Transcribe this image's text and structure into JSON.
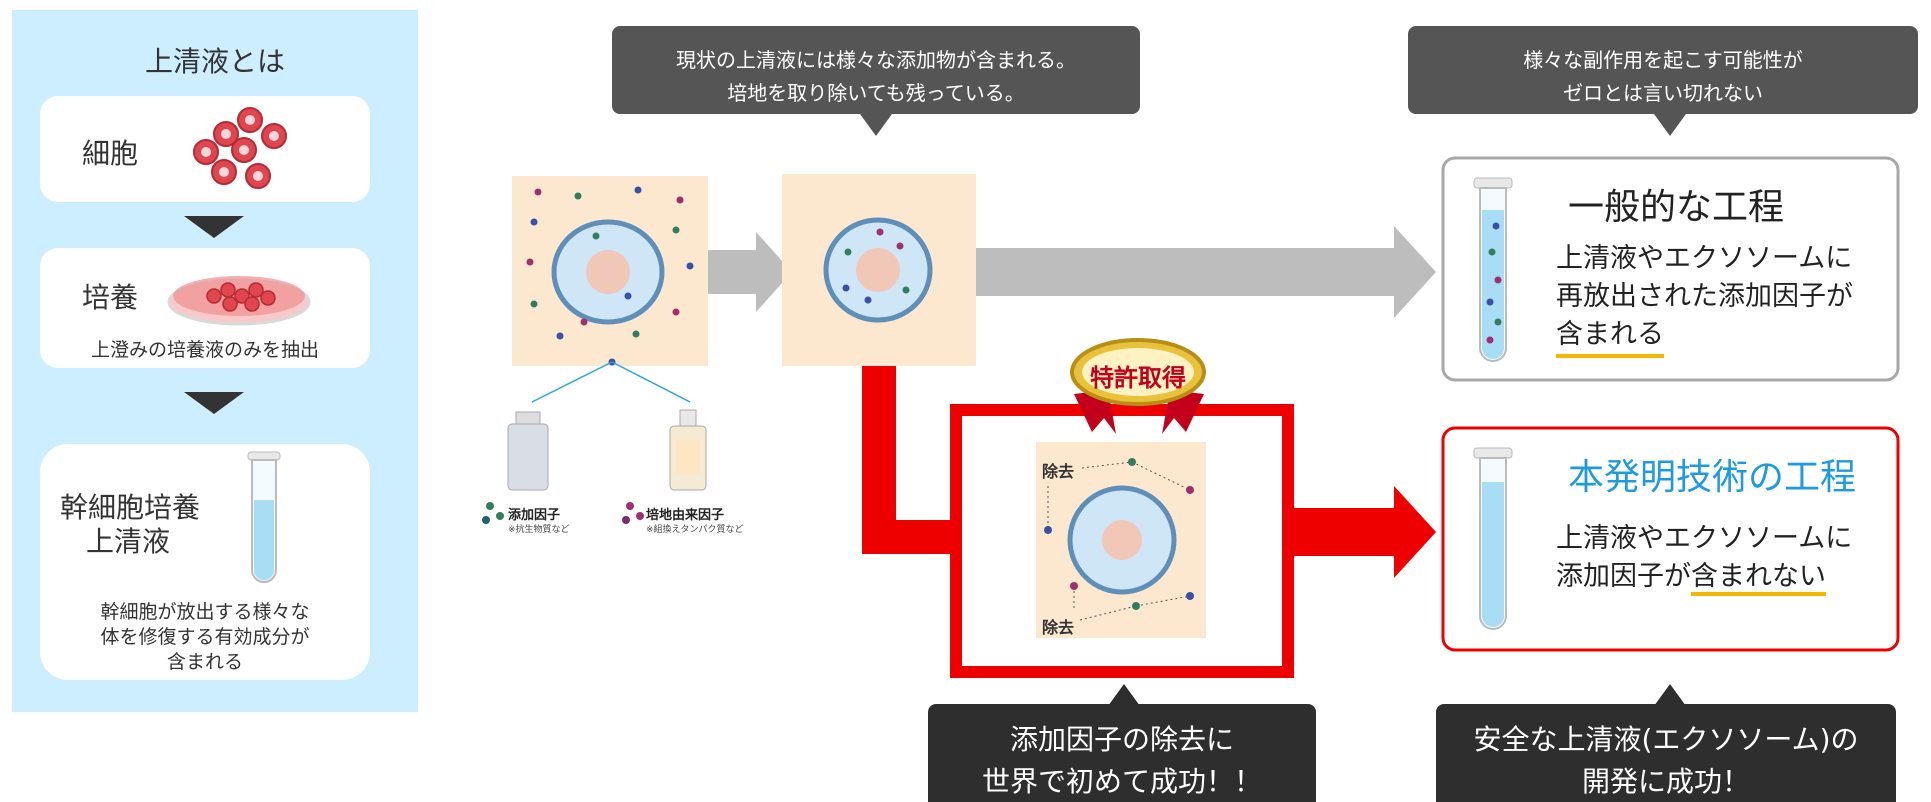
{
  "left_panel": {
    "title": "上清液とは",
    "cells_label": "細胞",
    "culture_label": "培養",
    "culture_note": "上澄みの培養液のみを抽出",
    "stem_label_line1": "幹細胞培養",
    "stem_label_line2": "上清液",
    "stem_desc_line1": "幹細胞が放出する様々な",
    "stem_desc_line2": "体を修復する有効成分が",
    "stem_desc_line3": "含まれる"
  },
  "callouts": {
    "top_mid_line1": "現状の上清液には様々な添加物が含まれる。",
    "top_mid_line2": "培地を取り除いても残っている。",
    "top_right_line1": "様々な副作用を起こす可能性が",
    "top_right_line2": "ゼロとは言い切れない",
    "bottom_mid_line1": "添加因子の除去に",
    "bottom_mid_line2": "世界で初めて成功！！",
    "bottom_right_line1": "安全な上清液(エクソソーム)の",
    "bottom_right_line2": "開発に成功！"
  },
  "factors": {
    "additive_label": "添加因子",
    "additive_note": "※抗生物質など",
    "medium_label": "培地由来因子",
    "medium_note": "※組換えタンパク質など"
  },
  "patent_badge": "特許取得",
  "removal_label_top": "除去",
  "removal_label_bottom": "除去",
  "general_process": {
    "title": "一般的な工程",
    "line1": "上清液やエクソソームに",
    "line2": "再放出された添加因子が",
    "line3": "含まれる"
  },
  "invention_process": {
    "title": "本発明技術の工程",
    "line1": "上清液やエクソソームに",
    "line2_prefix": "添加因子が",
    "line2_underlined": "含まれない"
  },
  "colors": {
    "panel_bg": "#cdeeff",
    "red": "#ee0000",
    "grey_arrow": "#bdbdbd",
    "blue_title": "#1e9be0",
    "underline": "#f2b800"
  }
}
